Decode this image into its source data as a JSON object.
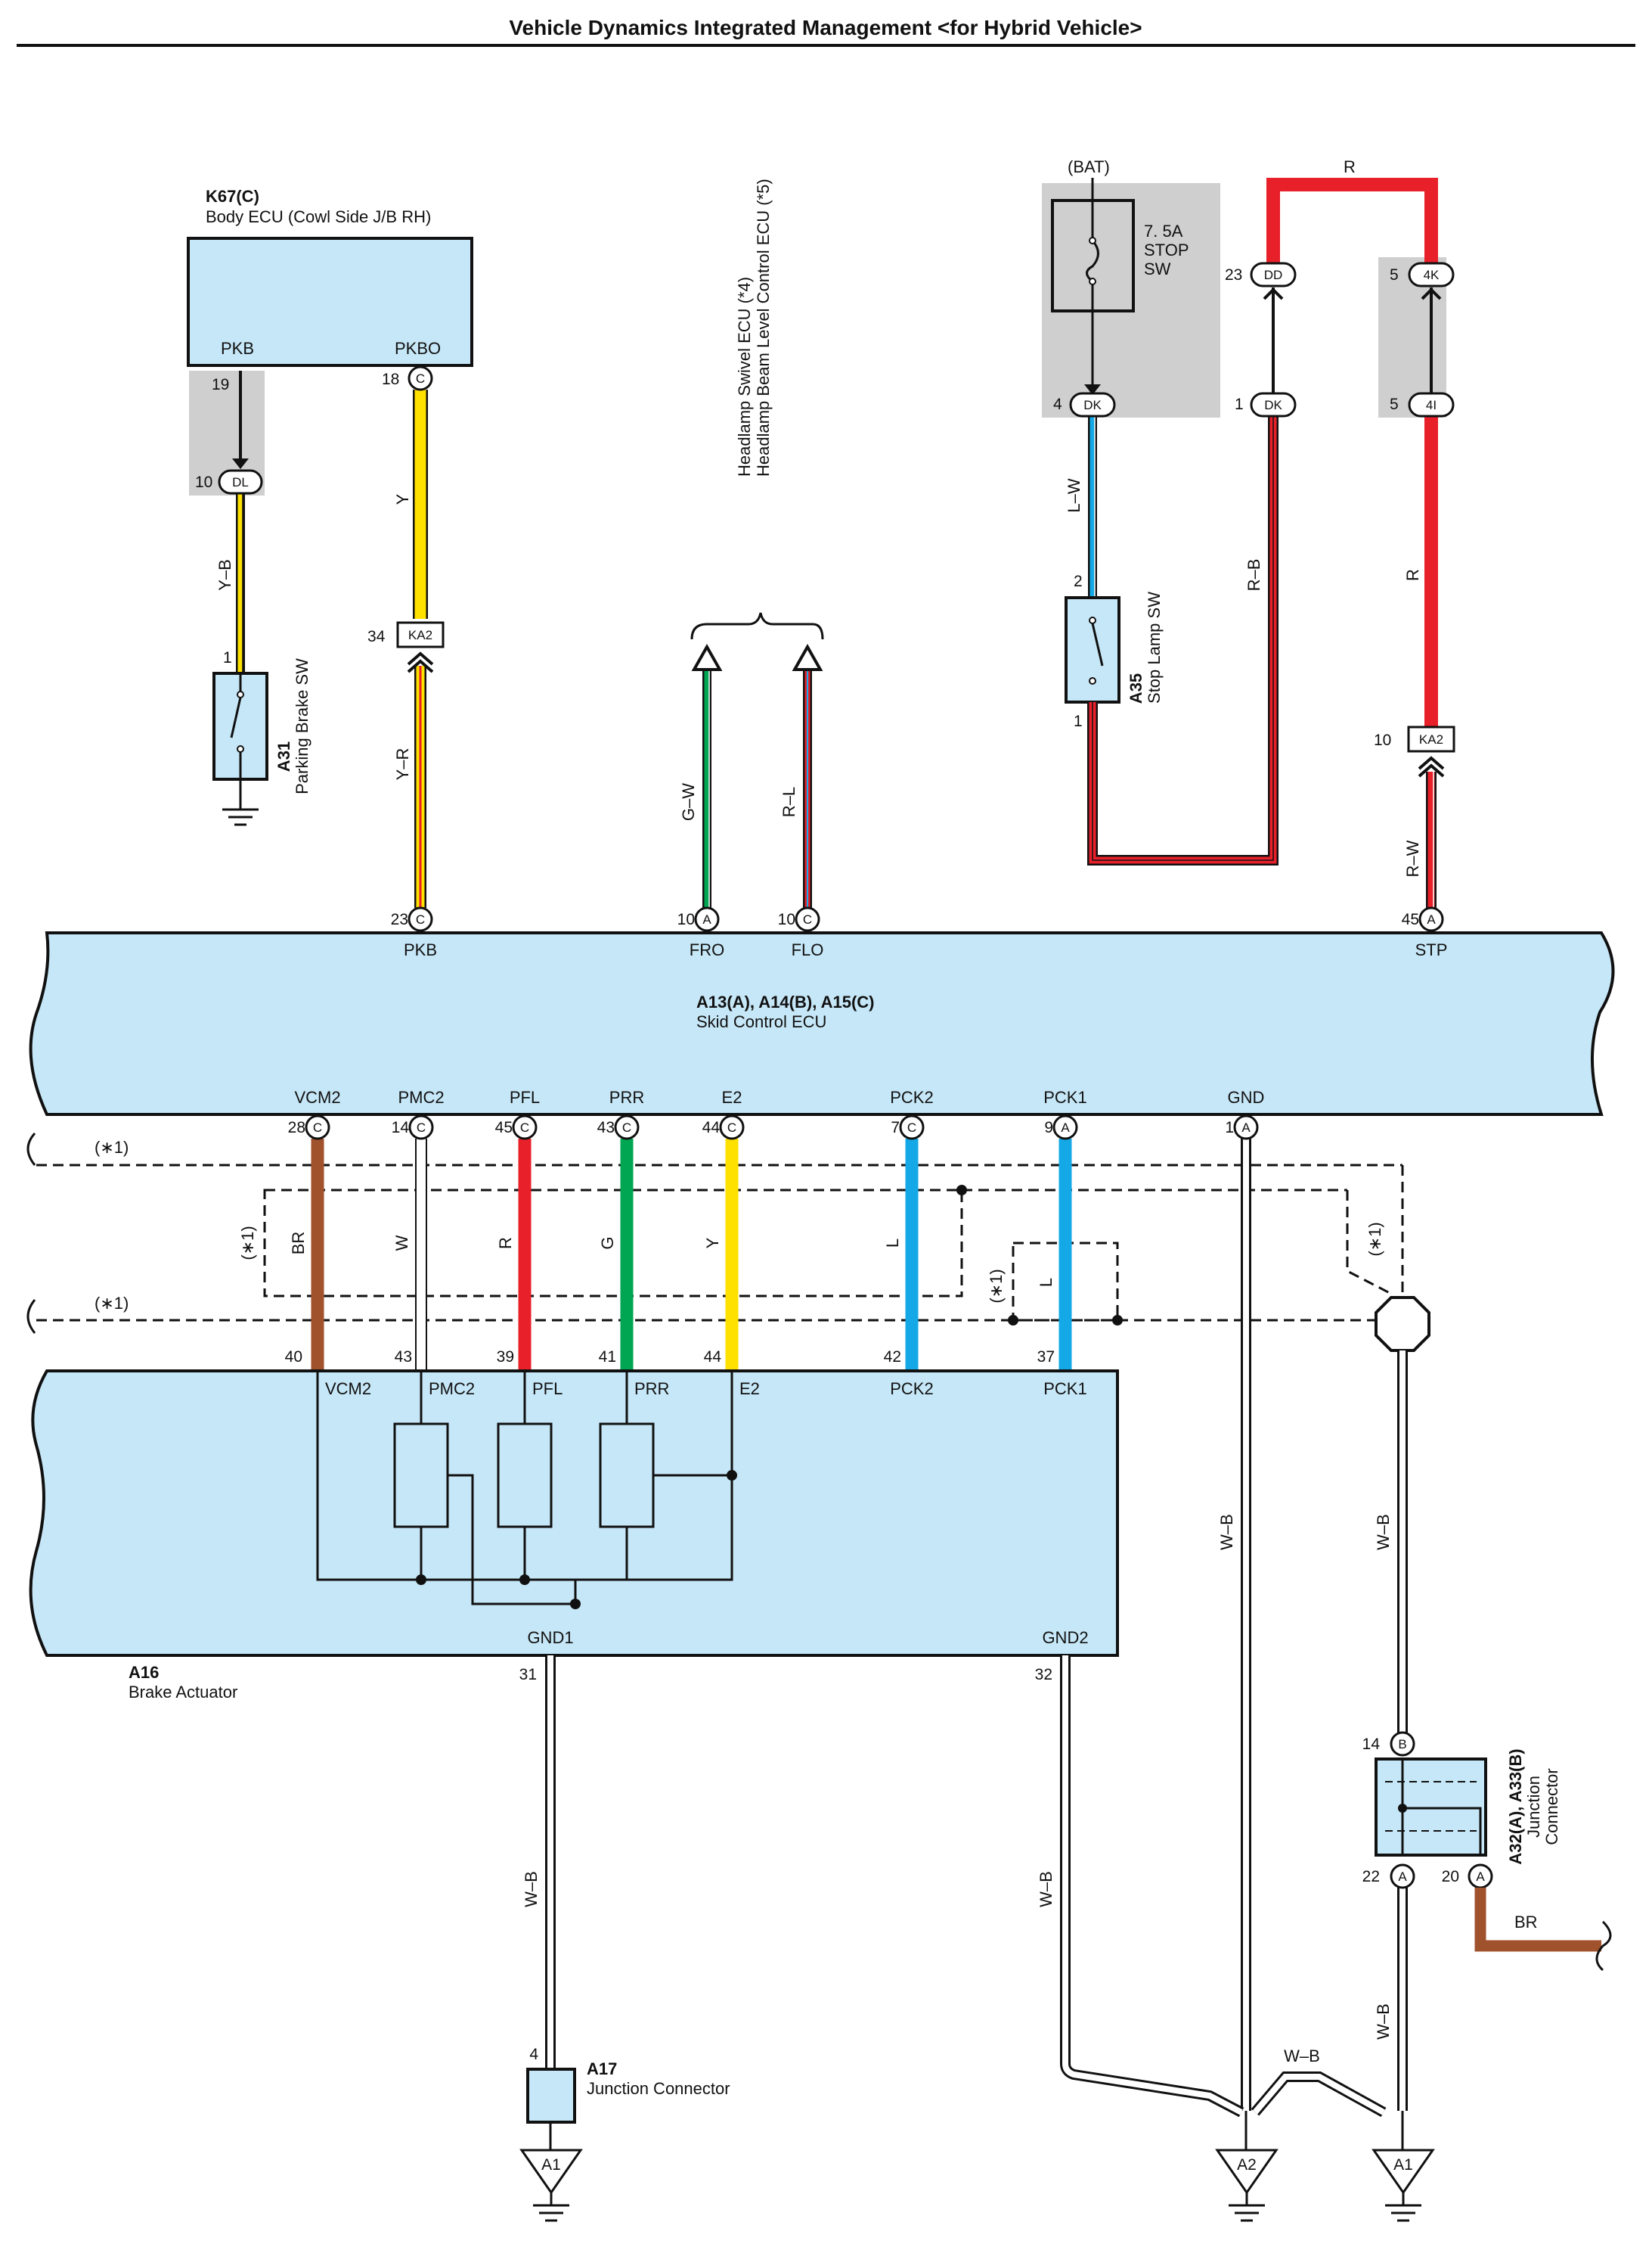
{
  "title": "Vehicle Dynamics Integrated Management <for Hybrid Vehicle>",
  "components": {
    "body_ecu": {
      "code": "K67(C)",
      "name": "Body ECU (Cowl Side J/B RH)",
      "pin_pkb": "PKB",
      "pin_pkbo": "PKBO"
    },
    "parking_brake_sw": {
      "code": "A31",
      "name": "Parking Brake SW"
    },
    "stop_lamp_sw": {
      "code": "A35",
      "name": "Stop Lamp SW"
    },
    "fuse": {
      "source": "(BAT)",
      "rating": "7. 5A",
      "name1": "STOP",
      "name2": "SW"
    },
    "headlamp": {
      "line1": "Headlamp Swivel ECU (*4)",
      "line2": "Headlamp Beam Level Control ECU (*5)"
    },
    "skid_ecu": {
      "code": "A13(A), A14(B), A15(C)",
      "name": "Skid Control ECU"
    },
    "brake_actuator": {
      "code": "A16",
      "name": "Brake Actuator"
    },
    "junction_a17": {
      "code": "A17",
      "name": "Junction Connector"
    },
    "junction_a32": {
      "code": "A32(A), A33(B)",
      "name1": "Junction",
      "name2": "Connector"
    }
  },
  "skid_top_pins": [
    {
      "name": "PKB",
      "num": "23",
      "conn": "C"
    },
    {
      "name": "FRO",
      "num": "10",
      "conn": "A"
    },
    {
      "name": "FLO",
      "num": "10",
      "conn": "C"
    },
    {
      "name": "STP",
      "num": "45",
      "conn": "A"
    }
  ],
  "skid_bottom_pins": [
    {
      "name": "VCM2",
      "num": "28",
      "conn": "C",
      "wire": "BR",
      "act_num": "40"
    },
    {
      "name": "PMC2",
      "num": "14",
      "conn": "C",
      "wire": "W",
      "act_num": "43"
    },
    {
      "name": "PFL",
      "num": "45",
      "conn": "C",
      "wire": "R",
      "act_num": "39"
    },
    {
      "name": "PRR",
      "num": "43",
      "conn": "C",
      "wire": "G",
      "act_num": "41"
    },
    {
      "name": "E2",
      "num": "44",
      "conn": "C",
      "wire": "Y",
      "act_num": "44"
    },
    {
      "name": "PCK2",
      "num": "7",
      "conn": "C",
      "wire": "L",
      "act_num": "42"
    },
    {
      "name": "PCK1",
      "num": "9",
      "conn": "A",
      "wire": "L",
      "act_num": "37"
    },
    {
      "name": "GND",
      "num": "1",
      "conn": "A"
    }
  ],
  "actuator_ground_pins": [
    {
      "name": "GND1",
      "num": "31"
    },
    {
      "name": "GND2",
      "num": "32"
    }
  ],
  "connectors": {
    "pkb_out": {
      "num": "19"
    },
    "dl": {
      "num": "10",
      "id": "DL"
    },
    "pkbo_c": {
      "num": "18",
      "id": "C"
    },
    "ka2_left": {
      "num": "34",
      "id": "KA2"
    },
    "ka2_right": {
      "num": "10",
      "id": "KA2"
    },
    "dk_left": {
      "num": "4",
      "id": "DK"
    },
    "dk_right": {
      "num": "1",
      "id": "DK"
    },
    "dd": {
      "num": "23",
      "id": "DD"
    },
    "c4k": {
      "num": "5",
      "id": "4K"
    },
    "c4i": {
      "num": "5",
      "id": "4I"
    },
    "pbsw_pin": "1",
    "sls_pin_top": "2",
    "sls_pin_bottom": "1",
    "a32_b": {
      "num": "14",
      "id": "B"
    },
    "a32_a22": {
      "num": "22",
      "id": "A"
    },
    "a32_a20": {
      "num": "20",
      "id": "A"
    },
    "a17_pin": "4",
    "ground_a1": "A1",
    "ground_a2": "A2"
  },
  "wires": {
    "y_b": "Y–B",
    "y": "Y",
    "y_r": "Y–R",
    "g_w": "G–W",
    "r_l": "R–L",
    "l_w": "L–W",
    "r_b": "R–B",
    "r": "R",
    "r_w": "R–W",
    "w_b": "W–B",
    "br": "BR"
  },
  "shield_note": "(∗1)",
  "colors": {
    "box_fill": "#c6e7f7",
    "gray_block": "#cfcfcf",
    "red": "#e8202a",
    "yellow": "#ffe100",
    "green": "#00a651",
    "blue": "#14a9e6",
    "brown": "#a0522d",
    "light_blue": "#7ecdf0"
  }
}
